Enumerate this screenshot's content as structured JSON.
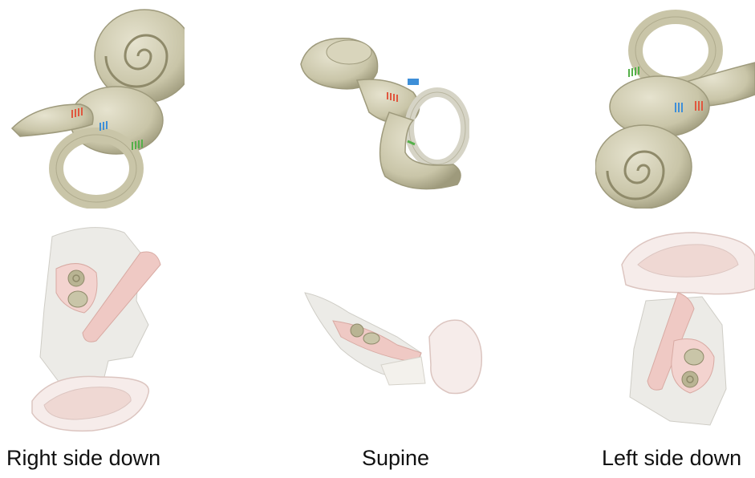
{
  "captions": {
    "right": "Right side down",
    "supine": "Supine",
    "left": "Left side down"
  },
  "colors": {
    "bone": "#c9c5a8",
    "bone_dark": "#8f8a6a",
    "bone_light": "#e6e3cf",
    "tissue_pink": "#efc9c4",
    "tissue_light": "#f6ecea",
    "temporal_bone": "#ecebe7",
    "marker_red": "#e0573f",
    "marker_blue": "#3e8fd8",
    "marker_green": "#55b04a"
  },
  "icons": {
    "inner_ear": "inner-ear-labyrinth-icon",
    "head_section": "ear-cross-section-icon"
  }
}
